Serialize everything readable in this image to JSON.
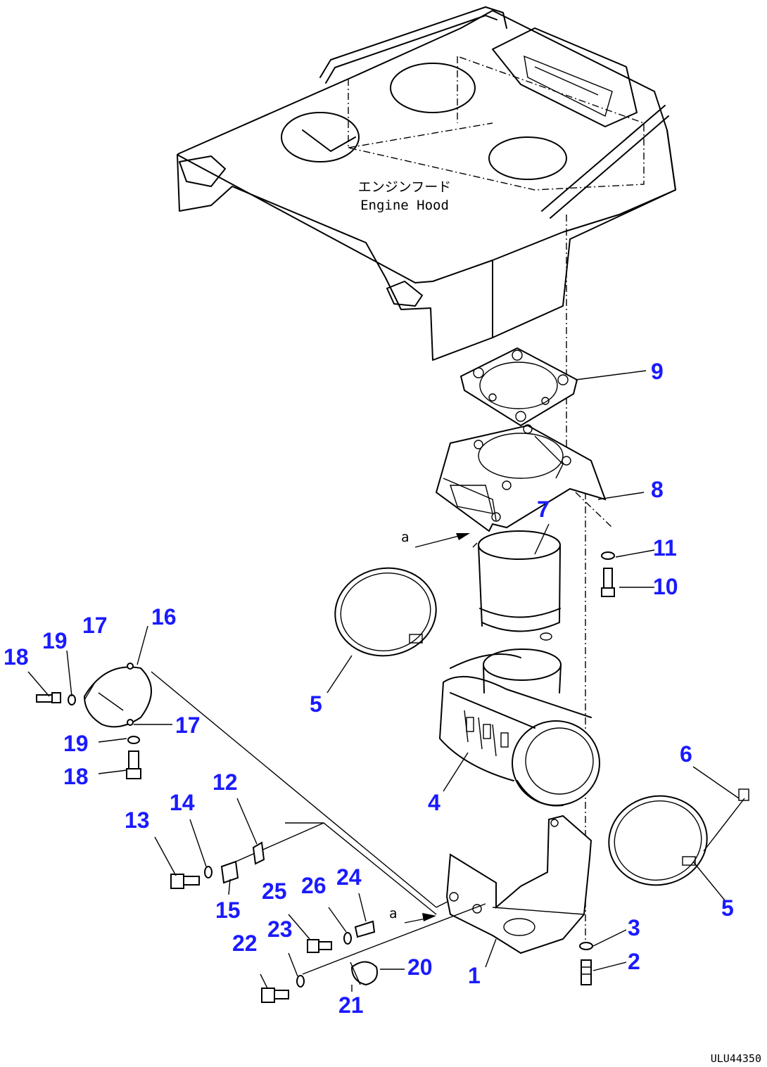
{
  "label_color": "#1a1aff",
  "engine_hood": {
    "jp_label": "エンジンフード",
    "en_label": "Engine Hood"
  },
  "view_marks": {
    "view_a_top": "a",
    "view_a_bottom": "a"
  },
  "part_numbers": {
    "p1": "1",
    "p2": "2",
    "p3": "3",
    "p4": "4",
    "p5_left": "5",
    "p5_right": "5",
    "p6": "6",
    "p7": "7",
    "p8": "8",
    "p9": "9",
    "p10": "10",
    "p11": "11",
    "p12": "12",
    "p13": "13",
    "p14": "14",
    "p15": "15",
    "p16": "16",
    "p17_top": "17",
    "p17_bottom": "17",
    "p18_top": "18",
    "p18_bottom": "18",
    "p19_top": "19",
    "p19_bottom": "19",
    "p20": "20",
    "p21": "21",
    "p22": "22",
    "p23": "23",
    "p24": "24",
    "p25": "25",
    "p26": "26"
  },
  "drawing_code": "ULU44350"
}
